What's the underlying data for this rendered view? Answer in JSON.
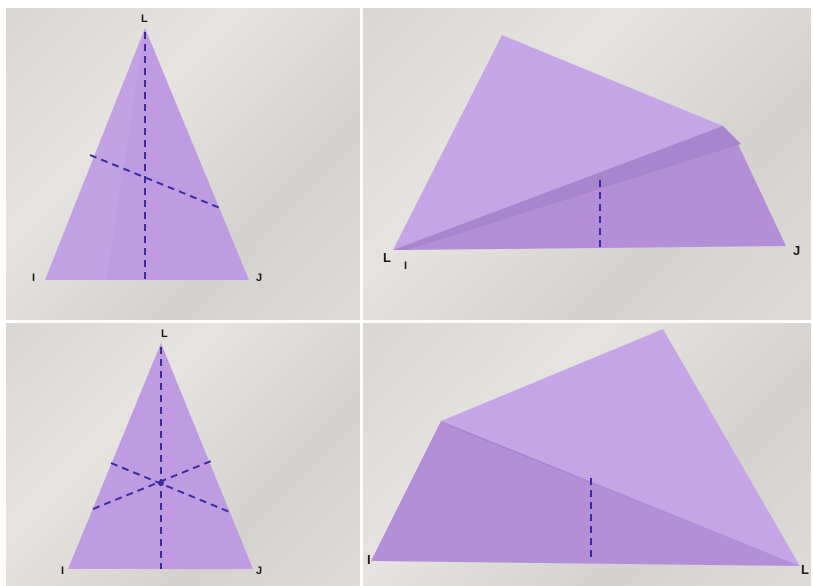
{
  "colors": {
    "paper_light": "#c9a9e6",
    "paper_mid": "#b792db",
    "paper_dark": "#a47fcc",
    "dash": "#3b2aa6",
    "background": "#dcd9d6"
  },
  "panels": {
    "top_left": {
      "label_l": "L",
      "label_i": "I",
      "label_j": "J"
    },
    "top_right": {
      "label_l": "L",
      "label_i": "I",
      "label_j": "J"
    },
    "bottom_left": {
      "label_l": "L",
      "label_i": "I",
      "label_j": "J"
    },
    "bottom_right": {
      "label_i": "I",
      "label_l": "L"
    }
  }
}
